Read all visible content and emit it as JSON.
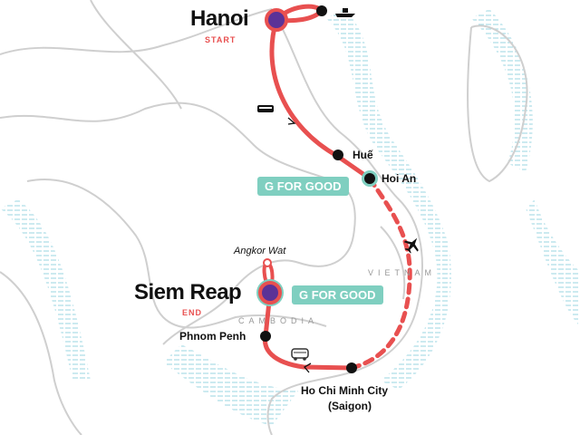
{
  "map": {
    "route_color": "#e85050",
    "stops": [
      {
        "name": "Hanoi",
        "tag": "START"
      },
      {
        "name": "Huế"
      },
      {
        "name": "Hoi An"
      },
      {
        "name": "Angkor Wat"
      },
      {
        "name": "Siem Reap",
        "tag": "END"
      },
      {
        "name": "Phnom Penh"
      },
      {
        "name": "Ho Chi Minh City",
        "sub": "(Saigon)"
      }
    ],
    "badges": [
      "G FOR GOOD",
      "G FOR GOOD"
    ],
    "countries": [
      "VIETNAM",
      "CAMBODIA"
    ],
    "transport_icons": [
      "boat-icon",
      "train-icon",
      "plane-icon",
      "bus-icon"
    ]
  }
}
